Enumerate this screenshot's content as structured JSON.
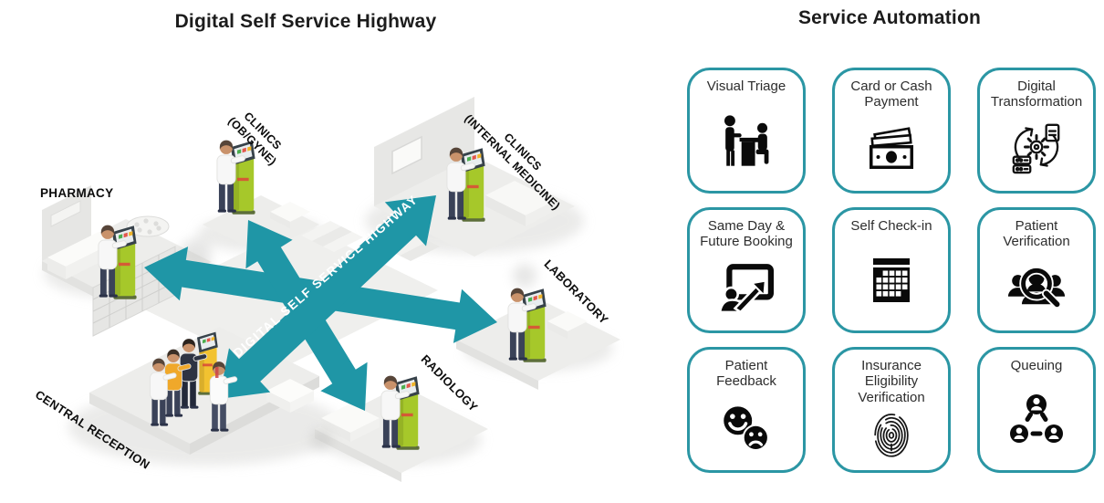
{
  "diagram": {
    "title": "Digital Self Service Highway",
    "highway_label": "DIGITAL SELF SERVICE HIGHWAY",
    "locations": {
      "pharmacy": "PHARMACY",
      "clinics_obgyne": {
        "line1": "CLINICS",
        "line2": "(OB/GYNE)"
      },
      "clinics_internal": {
        "line1": "CLINICS",
        "line2": "(INTERNAL MEDICINE)"
      },
      "laboratory": "LABORATORY",
      "radiology": "RADIOLOGY",
      "central_reception": "CENTRAL RECEPTION"
    },
    "colors": {
      "highway_teal": "#1f96a6",
      "kiosk_green": "#a6c82a",
      "kiosk_yellow": "#f2c230",
      "floor_gray": "#ededeb"
    }
  },
  "automation": {
    "title": "Service Automation",
    "card_border_color": "#2b96a4",
    "cards": [
      {
        "label": "Visual Triage",
        "icon": "visual-triage-icon"
      },
      {
        "label": "Card or Cash Payment",
        "icon": "cash-payment-icon"
      },
      {
        "label": "Digital Transformation",
        "icon": "digital-transformation-icon"
      },
      {
        "label": "Same Day & Future Booking",
        "icon": "presentation-booking-icon"
      },
      {
        "label": "Self Check-in",
        "icon": "calendar-icon"
      },
      {
        "label": "Patient Verification",
        "icon": "magnifier-people-icon"
      },
      {
        "label": "Patient Feedback",
        "icon": "smiley-faces-icon"
      },
      {
        "label": "Insurance Eligibility Verification",
        "icon": "fingerprint-icon"
      },
      {
        "label": "Queuing",
        "icon": "people-network-icon"
      }
    ]
  }
}
